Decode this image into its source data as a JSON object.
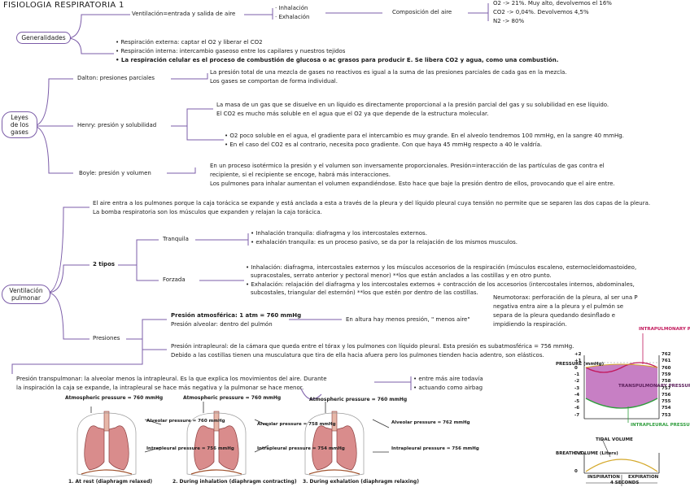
{
  "title": "FISIOLOGIA RESPIRATORIA 1",
  "generalidades": {
    "node": "Generalidades",
    "ventilacion": "Ventilación=entrada y salida de aire",
    "inhalacion": "· Inhalación",
    "exhalacion": "· Exhalación",
    "composicion": "Composición del aire",
    "comp_o2": "O2 -> 21%. Muy alto, devolvemos el 16%",
    "comp_co2": "CO2 -> 0,04%. Devolvemos 4,5%",
    "comp_n2": "N2 -> 80%",
    "bullet1": "Respiración externa: captar el O2 y liberar el CO2",
    "bullet2": "Respiración interna: intercambio gaseoso entre los capilares y nuestros tejidos",
    "bullet3": "La respiración celular es el proceso de combustión de glucosa o ac grasos para producir E. Se libera CO2 y agua, como una combustión."
  },
  "leyes": {
    "node": "Leyes de los gases",
    "dalton": "Dalton: presiones parciales",
    "dalton_text1": "La presión total de una mezcla de gases no reactivos es igual a la suma de las presiones parciales de cada gas en la mezcla.",
    "dalton_text2": "Los gases se comportan de forma individual.",
    "henry": "Henry: presión y solubilidad",
    "henry_text1": "La masa de un gas que se disuelve en un líquido es directamente proporcional a la presión parcial del gas y su solubilidad en ese líquido.",
    "henry_text2": "El CO2 es mucho más soluble en el agua que el O2 ya que depende de la estructura molecular.",
    "henry_b1": "O2 poco soluble en el agua, el gradiente para el intercambio es muy grande. En el alveolo tendremos 100 mmHg, en la sangre 40 mmHg.",
    "henry_b2": "En el caso del CO2 es al contrario, necesita poco gradiente. Con que haya 45 mmHg respecto a 40 le valdría.",
    "boyle": "Boyle: presión y volumen",
    "boyle_text1": "En un proceso isotérmico la presión y el volumen son inversamente proporcionales. Presión=interacción de las partículas de gas contra el",
    "boyle_text2": "recipiente, si el recipiente se encoge, habrá más interacciones.",
    "boyle_text3": "Los pulmones para inhalar aumentan el volumen expandiéndose. Esto hace que baje la presión dentro de ellos, provocando que el aire entre."
  },
  "ventilacion": {
    "node": "Ventilación pulmonar",
    "intro1": "El aire entra a los pulmones porque la caja torácica se expande y está anclada a esta a través de la pleura y del líquido pleural cuya tensión no permite que se separen las dos capas de la pleura.",
    "intro2": "La bomba respiratoria son los músculos que expanden y relajan la caja torácica.",
    "tipos": "2 tipos",
    "tranquila": "Tranquila",
    "tranquila_b1": "Inhalación tranquila: diafragma y los intercostales externos.",
    "tranquila_b2": "exhalación tranquila: es un proceso pasivo, se da por la relajación de los mismos musculos.",
    "forzada": "Forzada",
    "forzada_b1": "Inhalación: diafragma, intercostales externos y los músculos accesorios de la respiración (músculos escaleno, esternocleidomastoideo,",
    "forzada_b1b": "supracostales, serrato anterior y pectoral menor) **los que están anclados a las costillas y en otro punto.",
    "forzada_b2": "Exhalación: relajación del diafragma y los intercostales externos + contracción de los accesorios (intercostales internos, abdominales,",
    "forzada_b2b": "subcostales, triangular del esternón) **los que estén por dentro de las costillas.",
    "presiones": "Presiones",
    "p_atm": "Presión atmosférica: 1 atm = 760 mmHg",
    "p_alv": "Presión alveolar: dentro del pulmón",
    "p_altura": "En altura hay menos presión, \" menos aire\"",
    "p_intra1": "Presión intrapleural: de la cámara que queda entre el tórax y los pulmones con líquido pleural. Esta presión es subatmosférica = 756 mmHg.",
    "p_intra2": "Debido a las costillas tienen una musculatura que tira de ella hacia afuera pero los pulmones tienden hacia adentro, son elásticos.",
    "neumotorax1": "Neumotorax: perforación de la pleura, al ser una P",
    "neumotorax2": "negativa entra aire a la pleura y el pulmón se",
    "neumotorax3": "separa de la pleura quedando desinflado e",
    "neumotorax4": "impidiendo la respiración.",
    "transp1": "Presión transpulmonar: la alveolar menos la intrapleural. Es la que explica los movimientos del aire. Durante",
    "transp2": "la inspiración la caja se expande, la intrapleural se hace más negativa y la pulmonar se hace menor.",
    "transp_b1": "entre más aire todavía",
    "transp_b2": "actuando como airbag"
  },
  "figure": {
    "atm1": "Atmospheric pressure = 760 mmHg",
    "atm2": "Atmospheric pressure = 760 mmHg",
    "atm3": "Atmospheric pressure = 760 mmHg",
    "alv1": "Alveolar pressure = 760 mmHg",
    "intra1": "Intrapleural pressure = 756 mmHg",
    "alv2": "Alveolar pressure = 758 mmHg",
    "intra2": "Intrapleural pressure = 754 mmHg",
    "alv3": "Alveolar pressure = 762 mmHg",
    "intra3": "Intrapleural pressure = 756 mmHg",
    "cap1": "1. At rest (diaphragm relaxed)",
    "cap2": "2. During inhalation (diaphragm contracting)",
    "cap3": "3. During exhalation (diaphragm relaxing)"
  },
  "chart": {
    "intrapulmonary": "INTRAPULMONARY PRESSURE",
    "transpulmonary": "TRANSPULMONARY PRESSURE",
    "intrapleural": "INTRAPLEURAL PRESSURE",
    "ylabel_top": "PRESSURE (mmHg)",
    "ylabel_bottom": "BREATH VOLUME (Liters)",
    "tidal": "TIDAL VOLUME",
    "inspiration": "INSPIRATION",
    "expiration": "EXPIRATION",
    "seconds": "4 SECONDS",
    "left_ticks": [
      "+2",
      "+1",
      "0",
      "-1",
      "-2",
      "-3",
      "-4",
      "-5",
      "-6",
      "-7"
    ],
    "right_ticks": [
      "762",
      "761",
      "760",
      "759",
      "758",
      "757",
      "756",
      "755",
      "754",
      "753"
    ],
    "vol_ticks": [
      "0.5",
      "0"
    ],
    "colors": {
      "fill": "#c77fc4",
      "line_pink": "#c2185b",
      "line_gold": "#d4a82a",
      "line_green": "#2e9d3c"
    }
  }
}
